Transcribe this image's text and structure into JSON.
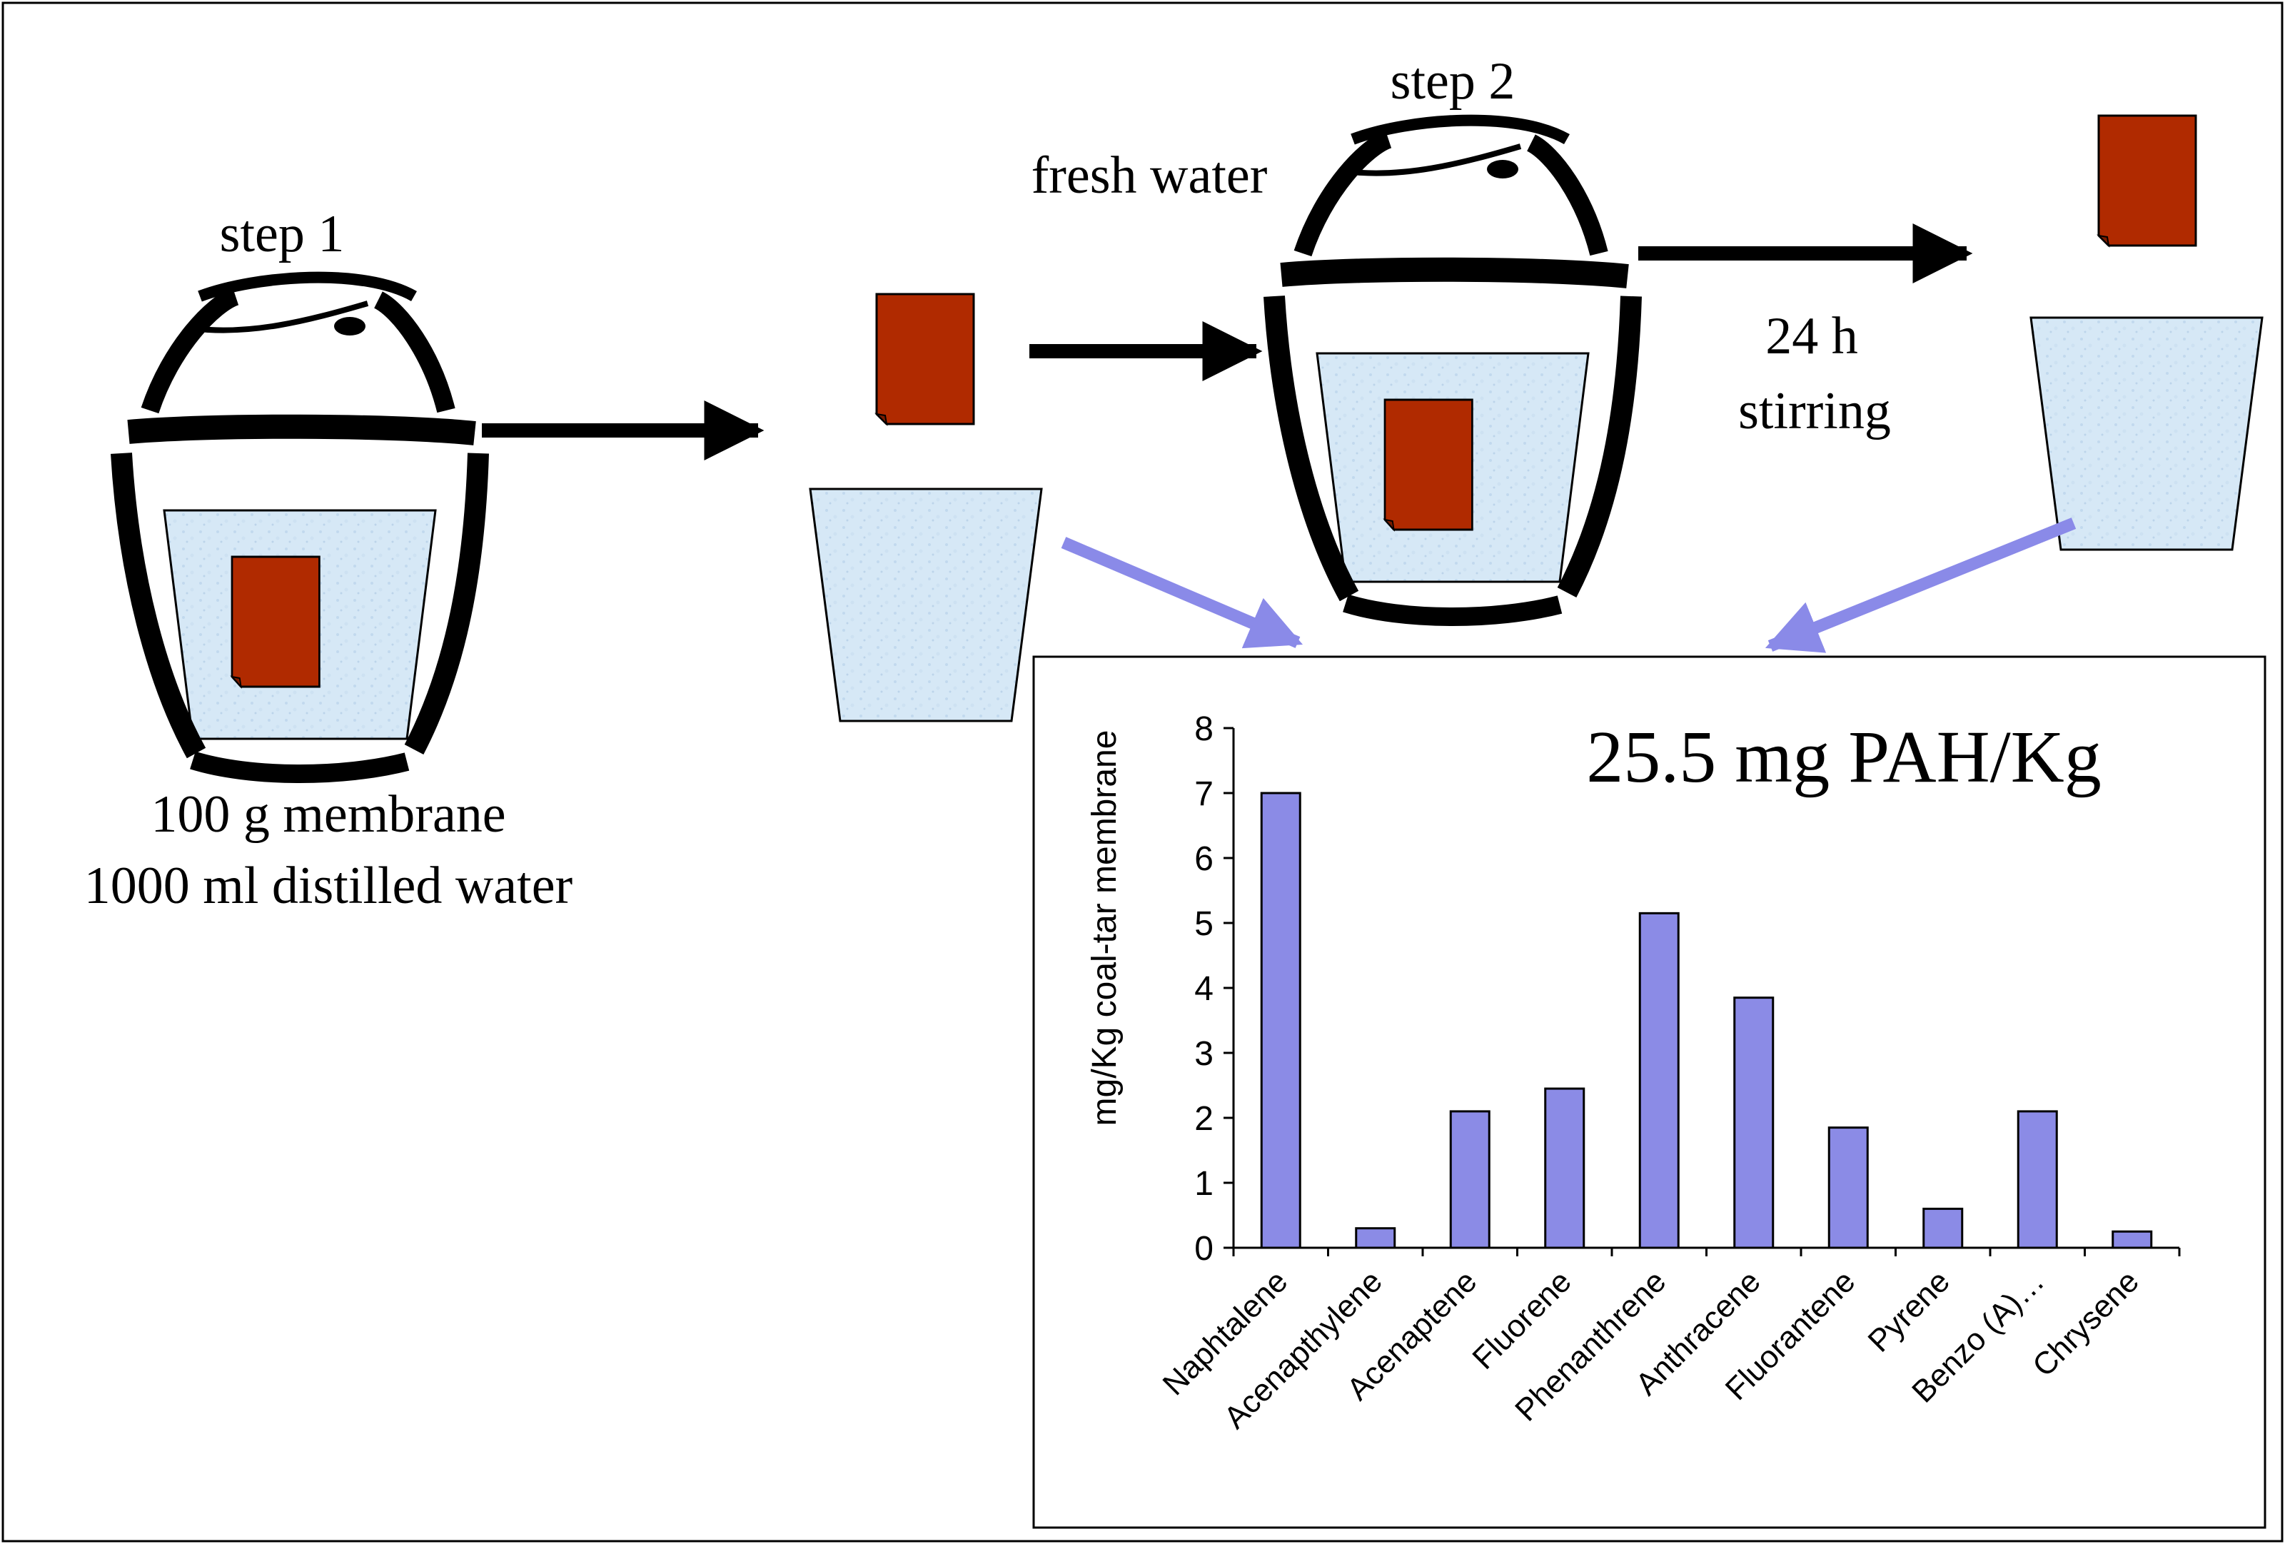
{
  "labels": {
    "step1": "step 1",
    "step2": "step 2",
    "fresh_water": "fresh water",
    "duration": "24 h",
    "stirring": "stirring",
    "amount_line1": "100 g membrane",
    "amount_line2": "1000 ml distilled water"
  },
  "colors": {
    "membrane": "#b02a00",
    "water": "#d6e8f6",
    "bar": "#8b8be6",
    "link_arrow": "#8a8ae8",
    "flow_arrow": "#000000"
  },
  "icons": [
    "jar-with-membrane-icon",
    "beaker-icon",
    "membrane-sheet-icon"
  ],
  "chart_data": {
    "type": "bar",
    "title": "25.5 mg PAH/Kg",
    "xlabel": "",
    "ylabel": "mg/Kg coal-tar membrane",
    "ylim": [
      0,
      8
    ],
    "yticks": [
      "0",
      "1",
      "2",
      "3",
      "4",
      "5",
      "6",
      "7",
      "8"
    ],
    "categories": [
      "Naphtalene",
      "Acenapthylene",
      "Acenaptene",
      "Fluorene",
      "Phenanthrene",
      "Anthracene",
      "Fluorantene",
      "Pyrene",
      "Benzo (A)…",
      "Chrysene"
    ],
    "values": [
      7.0,
      0.3,
      2.1,
      2.45,
      5.15,
      3.85,
      1.85,
      0.6,
      2.1,
      0.25
    ],
    "grid": false,
    "legend": "none"
  }
}
